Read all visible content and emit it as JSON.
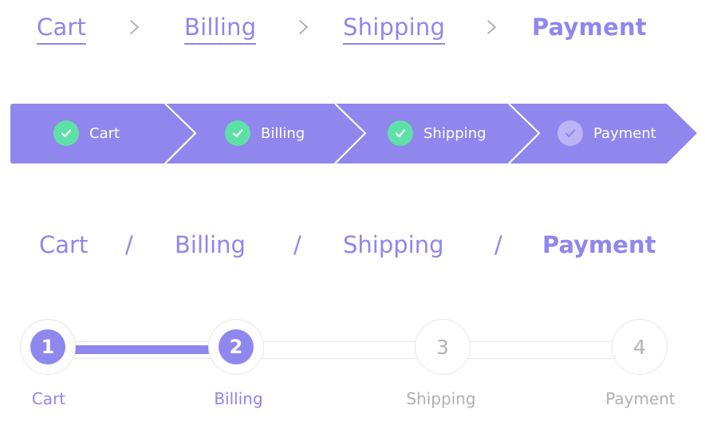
{
  "colors": {
    "accent": "#8f86ee",
    "check_done": "#5fe0a7",
    "check_active": "#bcb4f6",
    "muted_text": "#b0b0b0",
    "track_border": "#e6e6e6"
  },
  "breadcrumb_underlined": {
    "items": [
      {
        "label": "Cart",
        "state": "link"
      },
      {
        "label": "Billing",
        "state": "link"
      },
      {
        "label": "Shipping",
        "state": "link"
      },
      {
        "label": "Payment",
        "state": "current"
      }
    ],
    "separator_icon": "chevron-right-icon"
  },
  "chevron_stepper": {
    "steps": [
      {
        "label": "Cart",
        "icon": "check-icon",
        "status": "done"
      },
      {
        "label": "Billing",
        "icon": "check-icon",
        "status": "done"
      },
      {
        "label": "Shipping",
        "icon": "check-icon",
        "status": "done"
      },
      {
        "label": "Payment",
        "icon": "check-icon",
        "status": "active"
      }
    ]
  },
  "breadcrumb_slash": {
    "items": [
      {
        "label": "Cart",
        "state": "link"
      },
      {
        "label": "Billing",
        "state": "link"
      },
      {
        "label": "Shipping",
        "state": "link"
      },
      {
        "label": "Payment",
        "state": "current"
      }
    ],
    "separator": "/"
  },
  "progress_stepper": {
    "current_step": 2,
    "total_steps": 4,
    "steps": [
      {
        "number": "1",
        "label": "Cart",
        "status": "done"
      },
      {
        "number": "2",
        "label": "Billing",
        "status": "done"
      },
      {
        "number": "3",
        "label": "Shipping",
        "status": "todo"
      },
      {
        "number": "4",
        "label": "Payment",
        "status": "todo"
      }
    ]
  }
}
